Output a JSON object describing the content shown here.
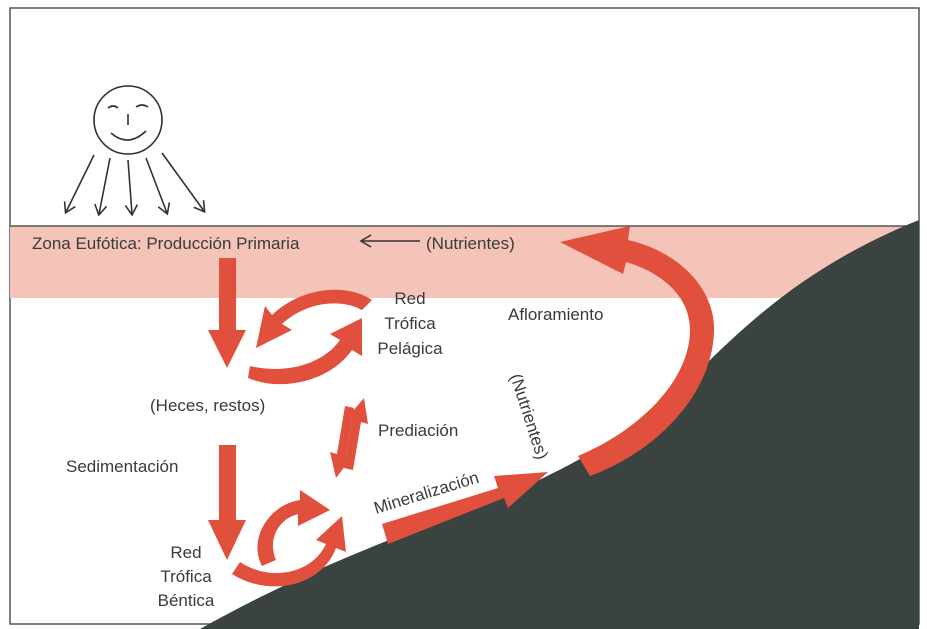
{
  "diagram": {
    "zone_label": "Zona Eufótica: Producción Primaria",
    "nutrients_top": "(Nutrientes)",
    "pelagic_web": [
      "Red",
      "Trófica",
      "Pelágica"
    ],
    "upwelling": "Afloramiento",
    "feces": "(Heces, restos)",
    "predation": "Prediación",
    "sedimentation": "Sedimentación",
    "nutrients_slope": "(Nutrientes)",
    "mineralization": "Mineralización",
    "benthic_web": [
      "Red",
      "Trófica",
      "Béntica"
    ]
  },
  "colors": {
    "arrow": "#e0503c",
    "euphotic_band": "#f5c4b8",
    "seafloor": "#3a4340",
    "frame": "#555555",
    "text": "#3a3a3a"
  }
}
